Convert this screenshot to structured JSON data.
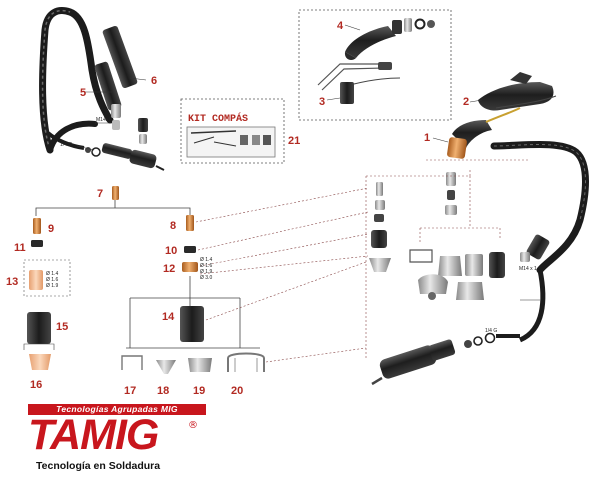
{
  "labels": {
    "n1": "1",
    "n2": "2",
    "n3": "3",
    "n4": "4",
    "n5": "5",
    "n6": "6",
    "n7": "7",
    "n8": "8",
    "n9": "9",
    "n10": "10",
    "n11": "11",
    "n12": "12",
    "n13": "13",
    "n14": "14",
    "n15": "15",
    "n16": "16",
    "n17": "17",
    "n18": "18",
    "n19": "19",
    "n20": "20",
    "n21": "21"
  },
  "annotations": {
    "thread_m14": "M14x1",
    "thread_quarter": "1/4 G",
    "thread_m14_right": "M14 x 1",
    "thread_quarter_right": "1/4 G",
    "dia_1": "Ø 1.4",
    "dia_2": "Ø 1.6",
    "dia_3": "Ø 1.9",
    "dia_r1": "Ø 1.4",
    "dia_r2": "Ø 1.6",
    "dia_r3": "Ø 1.9",
    "dia_r4": "Ø 3.0"
  },
  "kit": {
    "title": "KIT COMPÁS"
  },
  "logo": {
    "banner": "Tecnologías Agrupadas MIG",
    "word": "TAMIG",
    "reg": "®",
    "tagline": "Tecnología en Soldadura"
  },
  "colors": {
    "label_red": "#b22a22",
    "brand_red": "#c8161d",
    "part_dark": "#2a2a2a",
    "copper": "#c8772e"
  }
}
